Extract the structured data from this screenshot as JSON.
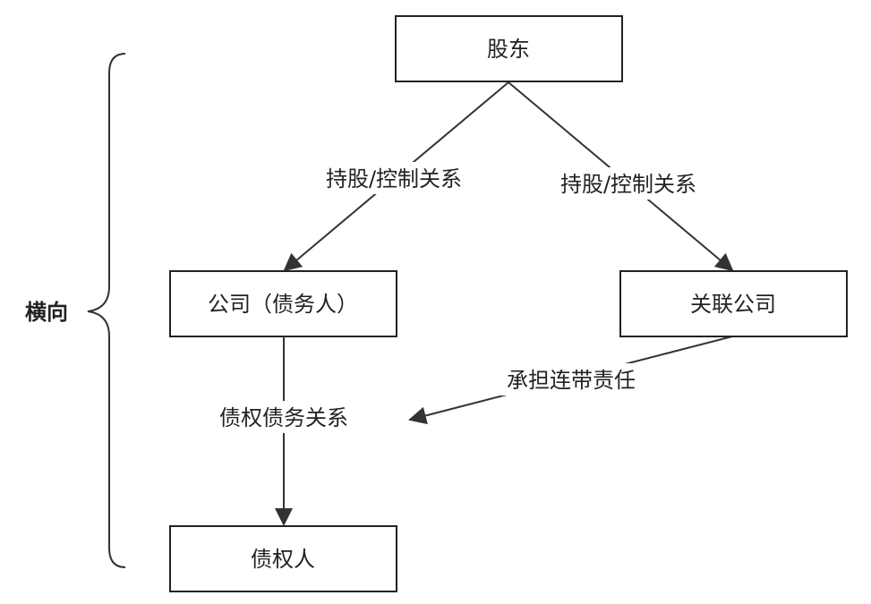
{
  "nodes": {
    "shareholder": "股东",
    "company_debtor": "公司（债务人）",
    "affiliated_company": "关联公司",
    "creditor": "债权人"
  },
  "edges": {
    "left_holding_label": "持股/控制关系",
    "right_holding_label": "持股/控制关系",
    "debt_label": "债权债务关系",
    "joint_liability_label": "承担连带责任"
  },
  "side": {
    "brace_label": "横向"
  },
  "colors": {
    "line": "#333333",
    "text": "#222222",
    "highlight": "#e53935"
  }
}
